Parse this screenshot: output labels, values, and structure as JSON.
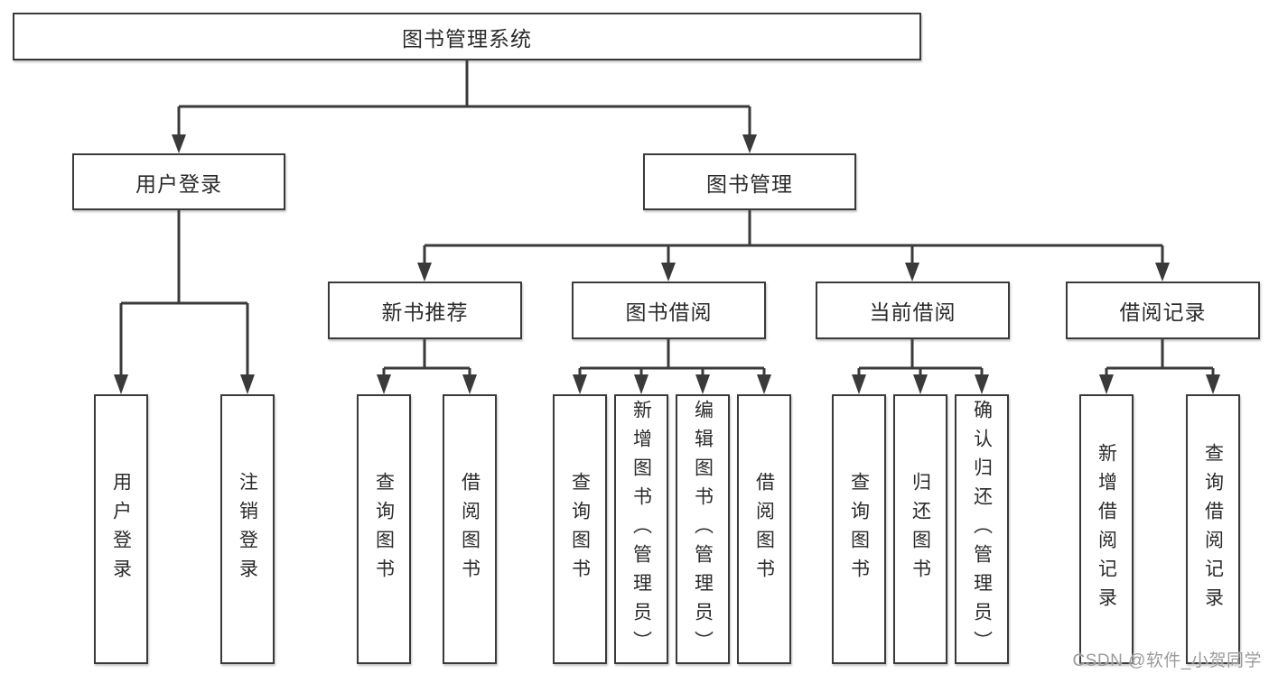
{
  "diagram": {
    "root": {
      "label": "图书管理系统"
    },
    "level2": [
      {
        "label": "用户登录"
      },
      {
        "label": "图书管理"
      }
    ],
    "level3": [
      {
        "label": "新书推荐"
      },
      {
        "label": "图书借阅"
      },
      {
        "label": "当前借阅"
      },
      {
        "label": "借阅记录"
      }
    ],
    "leaves": {
      "user_login": [
        "用户登录",
        "注销登录"
      ],
      "new_book_recommend": [
        "查询图书",
        "借阅图书"
      ],
      "book_borrow": [
        "查询图书",
        "新增图书（管理员）",
        "编辑图书（管理员）",
        "借阅图书"
      ],
      "current_borrow": [
        "查询图书",
        "归还图书",
        "确认归还（管理员）"
      ],
      "borrow_records": [
        "新增借阅记录",
        "查询借阅记录"
      ]
    }
  },
  "watermark": {
    "text": "CSDN @软件_小贺同学"
  },
  "colors": {
    "line": "#3a3a3a",
    "box_border": "#3a3a3a",
    "text": "#2b2b2b",
    "watermark": "#9b9b9b",
    "background": "#ffffff"
  }
}
